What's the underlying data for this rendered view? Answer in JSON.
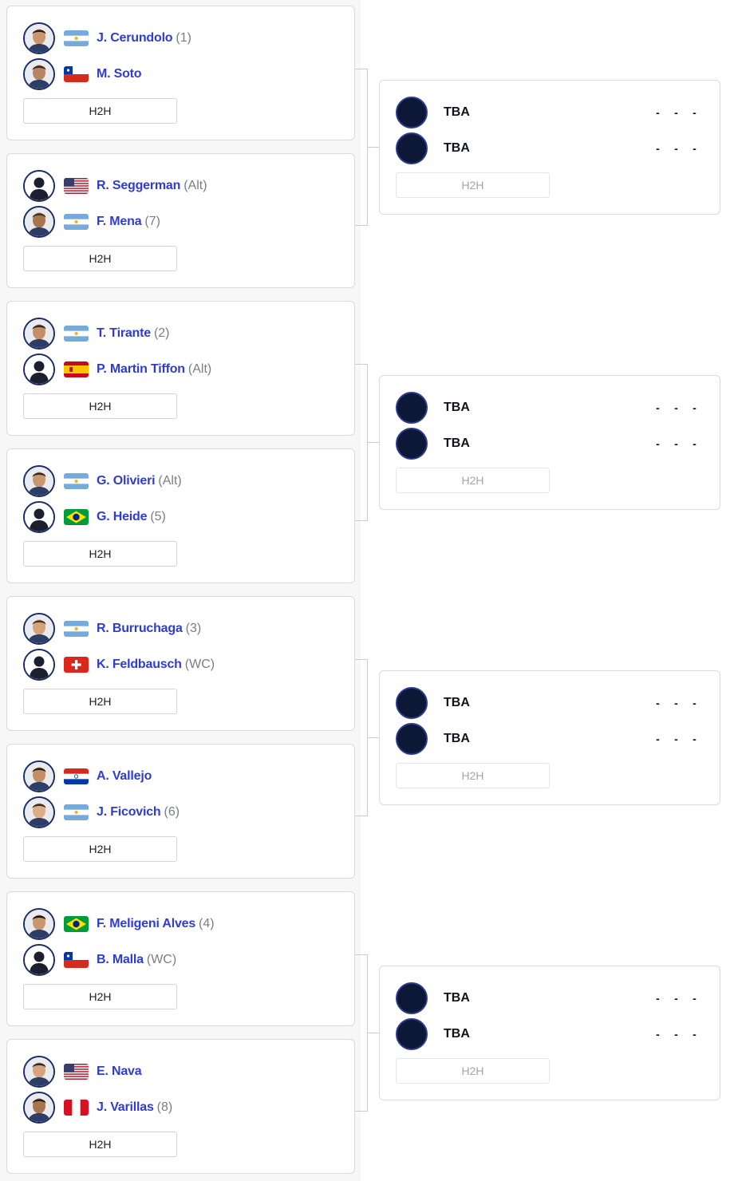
{
  "round1": [
    {
      "players": [
        {
          "name": "J. Cerundolo",
          "seed": "(1)",
          "flag": "ARG",
          "avatar": "photo"
        },
        {
          "name": "M. Soto",
          "seed": "",
          "flag": "CHI",
          "avatar": "photo"
        }
      ],
      "h2h_label": "H2H"
    },
    {
      "players": [
        {
          "name": "R. Seggerman",
          "seed": "(Alt)",
          "flag": "USA",
          "avatar": "placeholder"
        },
        {
          "name": "F. Mena",
          "seed": "(7)",
          "flag": "ARG",
          "avatar": "photo"
        }
      ],
      "h2h_label": "H2H"
    },
    {
      "players": [
        {
          "name": "T. Tirante",
          "seed": "(2)",
          "flag": "ARG",
          "avatar": "photo"
        },
        {
          "name": "P. Martin Tiffon",
          "seed": "(Alt)",
          "flag": "ESP",
          "avatar": "placeholder"
        }
      ],
      "h2h_label": "H2H"
    },
    {
      "players": [
        {
          "name": "G. Olivieri",
          "seed": "(Alt)",
          "flag": "ARG",
          "avatar": "photo"
        },
        {
          "name": "G. Heide",
          "seed": "(5)",
          "flag": "BRA",
          "avatar": "placeholder"
        }
      ],
      "h2h_label": "H2H"
    },
    {
      "players": [
        {
          "name": "R. Burruchaga",
          "seed": "(3)",
          "flag": "ARG",
          "avatar": "photo"
        },
        {
          "name": "K. Feldbausch",
          "seed": "(WC)",
          "flag": "SUI",
          "avatar": "placeholder"
        }
      ],
      "h2h_label": "H2H"
    },
    {
      "players": [
        {
          "name": "A. Vallejo",
          "seed": "",
          "flag": "PAR",
          "avatar": "photo"
        },
        {
          "name": "J. Ficovich",
          "seed": "(6)",
          "flag": "ARG",
          "avatar": "photo"
        }
      ],
      "h2h_label": "H2H"
    },
    {
      "players": [
        {
          "name": "F. Meligeni Alves",
          "seed": "(4)",
          "flag": "BRA",
          "avatar": "photo"
        },
        {
          "name": "B. Malla",
          "seed": "(WC)",
          "flag": "CHI",
          "avatar": "placeholder"
        }
      ],
      "h2h_label": "H2H"
    },
    {
      "players": [
        {
          "name": "E. Nava",
          "seed": "",
          "flag": "USA",
          "avatar": "photo"
        },
        {
          "name": "J. Varillas",
          "seed": "(8)",
          "flag": "PER",
          "avatar": "photo"
        }
      ],
      "h2h_label": "H2H"
    }
  ],
  "round2": [
    {
      "players": [
        {
          "name": "TBA",
          "scores": [
            "-",
            "-",
            "-"
          ]
        },
        {
          "name": "TBA",
          "scores": [
            "-",
            "-",
            "-"
          ]
        }
      ],
      "h2h_label": "H2H"
    },
    {
      "players": [
        {
          "name": "TBA",
          "scores": [
            "-",
            "-",
            "-"
          ]
        },
        {
          "name": "TBA",
          "scores": [
            "-",
            "-",
            "-"
          ]
        }
      ],
      "h2h_label": "H2H"
    },
    {
      "players": [
        {
          "name": "TBA",
          "scores": [
            "-",
            "-",
            "-"
          ]
        },
        {
          "name": "TBA",
          "scores": [
            "-",
            "-",
            "-"
          ]
        }
      ],
      "h2h_label": "H2H"
    },
    {
      "players": [
        {
          "name": "TBA",
          "scores": [
            "-",
            "-",
            "-"
          ]
        },
        {
          "name": "TBA",
          "scores": [
            "-",
            "-",
            "-"
          ]
        }
      ],
      "h2h_label": "H2H"
    }
  ],
  "colors": {
    "player_name": "#2e3bd6",
    "seed": "#7a7d88",
    "avatar_border": "#1a2b66",
    "tba_avatar": "#0d1736",
    "card_border": "#d9dae0",
    "column_bg": "#f7f7f8"
  }
}
